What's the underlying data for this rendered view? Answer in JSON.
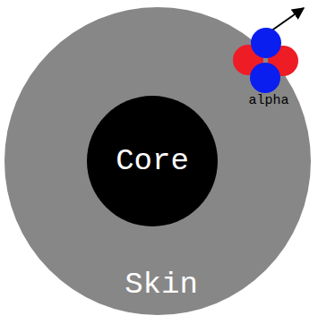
{
  "diagram": {
    "nodes": [
      {
        "text": [
          "Skin"
        ]
      },
      {
        "text": [
          "Core"
        ],
        "in": 0
      }
    ],
    "labels": [
      "alpha"
    ]
  }
}
